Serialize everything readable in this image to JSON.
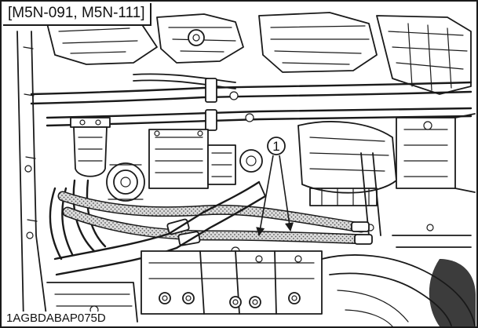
{
  "diagram": {
    "model_label": "[M5N-091, M5N-111]",
    "callout_number": "1",
    "figure_code": "1AGBDABAP075D"
  }
}
